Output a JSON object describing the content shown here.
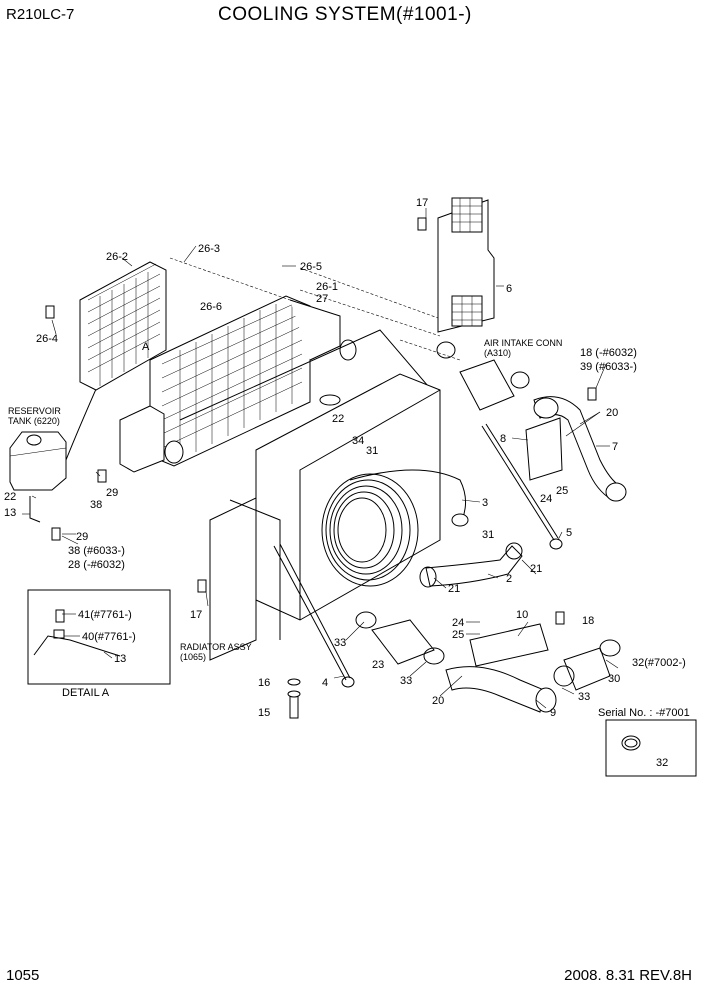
{
  "header": {
    "model": "R210LC-7",
    "title": "COOLING SYSTEM(#1001-)"
  },
  "footer": {
    "page": "1055",
    "date_rev": "2008. 8.31  REV.8H"
  },
  "notes": {
    "reservoir_1": "RESERVOIR",
    "reservoir_2": "TANK (6220)",
    "air_intake_1": "AIR INTAKE CONN",
    "air_intake_2": "(A310)",
    "radiator_1": "RADIATOR ASSY",
    "radiator_2": "(1065)",
    "detail": "DETAIL A",
    "detail_marker": "A",
    "serial": "Serial No. : -#7001"
  },
  "callouts": {
    "c17a": "17",
    "c6": "6",
    "c26_3": "26-3",
    "c26_2": "26-2",
    "c26_5": "26-5",
    "c26_1": "26-1",
    "c27": "27",
    "c26_6": "26-6",
    "c26_4": "26-4",
    "c18": "18 (-#6032)",
    "c39": "39 (#6033-)",
    "c20a": "20",
    "c8": "8",
    "c7": "7",
    "c22a": "22",
    "c34": "34",
    "c31a": "31",
    "c24a": "24",
    "c25a": "25",
    "c3": "3",
    "c31b": "31",
    "c5": "5",
    "c21a": "21",
    "c2": "2",
    "c21b": "21",
    "c22b": "22",
    "c13a": "13",
    "c38a": "38",
    "c29a": "29",
    "c29b": "29",
    "c38b": "38 (#6033-)",
    "c28": "28 (-#6032)",
    "c17b": "17",
    "c41": "41(#7761-)",
    "c40": "40(#7761-)",
    "c13b": "13",
    "c33a": "33",
    "c23": "23",
    "c33b": "33",
    "c16": "16",
    "c4": "4",
    "c15": "15",
    "c24b": "24",
    "c10": "10",
    "c18b": "18",
    "c25b": "25",
    "c32a": "32(#7002-)",
    "c30": "30",
    "c20b": "20",
    "c33c": "33",
    "c9": "9",
    "c32b": "32"
  }
}
